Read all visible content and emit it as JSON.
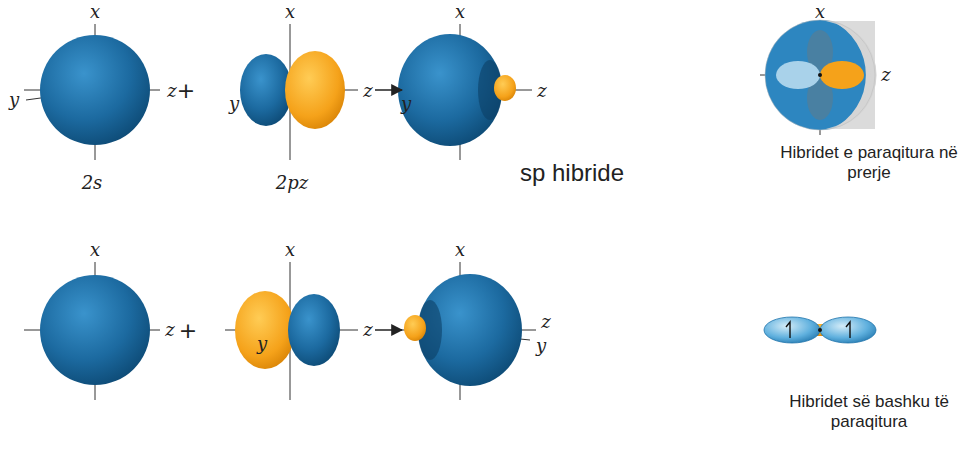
{
  "diagram": {
    "labels": [
      "x",
      "y",
      "z",
      "2s",
      "+",
      "x",
      "y",
      "z",
      "2pz",
      "x",
      "y",
      "z",
      "sp hibride",
      "x",
      "z",
      "Hibridet e paraqitura në prerje",
      "x",
      "z",
      "+",
      "x",
      "y",
      "z",
      "x",
      "y",
      "z",
      "Hibridet së bashku të paraqitura"
    ]
  }
}
